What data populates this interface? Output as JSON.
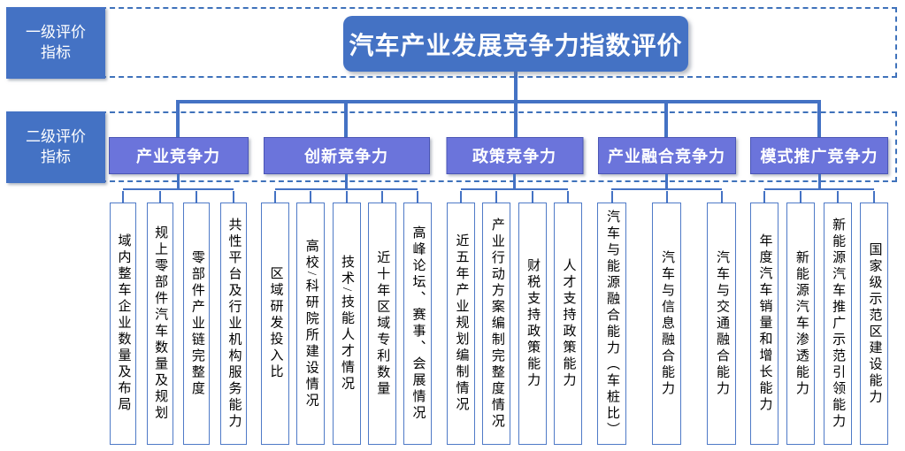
{
  "title": "汽车产业发展竞争力指数评价",
  "level1_label": {
    "line1": "一级评价",
    "line2": "指标"
  },
  "level2_label": {
    "line1": "二级评价",
    "line2": "指标"
  },
  "groups": [
    {
      "label": "产业竞争力",
      "leaves": [
        "域内整车企业数量及布局",
        "规上零部件汽车数量及规划",
        "零部件产业链完整度",
        "共性平台及行业机构服务能力"
      ]
    },
    {
      "label": "创新竞争力",
      "leaves": [
        "区域研发投入比",
        "高校/科研院所建设情况",
        "技术/技能人才情况",
        "近十年区域专利数量",
        "高峰论坛、赛事、会展情况"
      ]
    },
    {
      "label": "政策竞争力",
      "leaves": [
        "近五年产业规划编制情况",
        "产业行动方案编制完整度情况",
        "财税支持政策能力",
        "人才支持政策能力"
      ]
    },
    {
      "label": "产业融合竞争力",
      "leaves": [
        "汽车与能源融合能力（车桩比）",
        "汽车与信息融合能力",
        "汽车与交通融合能力"
      ]
    },
    {
      "label": "模式推广竞争力",
      "leaves": [
        "年度汽车销量和增长能力",
        "新能源汽车渗透能力",
        "新能源汽车推广示范引领能力",
        "国家级示范区建设能力"
      ]
    }
  ],
  "colors": {
    "primary_blue": "#4472C4",
    "category_fill": "#6B74DB",
    "leaf_border": "#4F7AC7",
    "connector": "#4472C4",
    "dashed_border": "#3F72BB"
  }
}
